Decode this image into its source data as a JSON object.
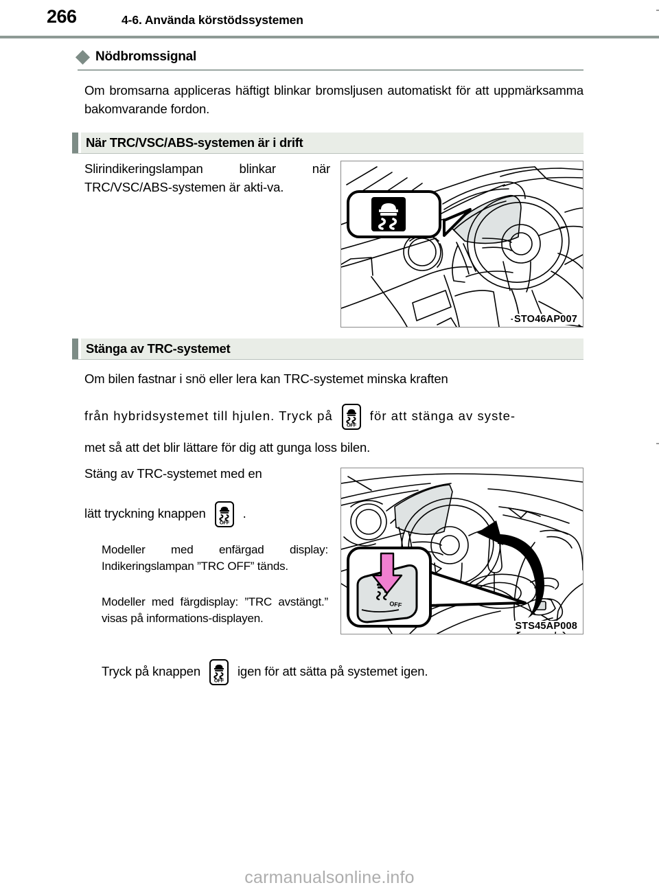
{
  "header": {
    "page_number": "266",
    "chapter_title": "4-6. Använda körstödssystemen"
  },
  "sub_heading": {
    "label": "Nödbromssignal",
    "bullet_icon": "diamond-icon",
    "bullet_color": "#7d8c86"
  },
  "intro_paragraph": "Om bromsarna appliceras häftigt blinkar bromsljusen automatiskt för att uppmärksamma bakomvarande fordon.",
  "sections": [
    {
      "title": "När TRC/VSC/ABS-systemen är i drift",
      "body": "Slirindikeringslampan blinkar när TRC/VSC/ABS-systemen är akti-va.",
      "figure_caption": "STO46AP007",
      "figure_name": "dashboard-slip-indicator-illustration"
    },
    {
      "title": "Stänga av TRC-systemet",
      "figure_caption": "STS45AP008",
      "figure_name": "console-trc-off-button-illustration"
    }
  ],
  "trc_off_paragraph": {
    "part1": "Om bilen fastnar i snö eller lera kan TRC-systemet minska kraften",
    "part2_before_icon": "från hybridsystemet till hjulen. Tryck på",
    "part2_after_icon": "för att stänga av syste-",
    "part3": "met så att det blir lättare för dig att gunga loss bilen."
  },
  "press_button_paragraph": {
    "line1": "Stäng av TRC-systemet med en",
    "line2_before_icon": "lätt tryckning knappen",
    "line2_after_icon": "."
  },
  "bullets": [
    "Modeller med enfärgad display: Indikeringslampan ”TRC OFF” tänds.",
    "Modeller med färgdisplay: ”TRC avstängt.” visas på informations-displayen."
  ],
  "reenable_paragraph": {
    "before_icon": "Tryck på knappen",
    "after_icon": "igen för att sätta på systemet igen."
  },
  "icons": {
    "trc_off_button": "trc-off-button-icon",
    "slip_indicator": "slip-indicator-icon",
    "press_arrow": "press-down-arrow-icon"
  },
  "colors": {
    "accent_green": "#7d8c86",
    "section_bg": "#e9ede7",
    "arrow_pink": "#f07fd0",
    "glass_gray": "#dfe3e3",
    "watermark": "#adadad"
  },
  "footer": {
    "watermark": "carmanualsonline.info"
  }
}
